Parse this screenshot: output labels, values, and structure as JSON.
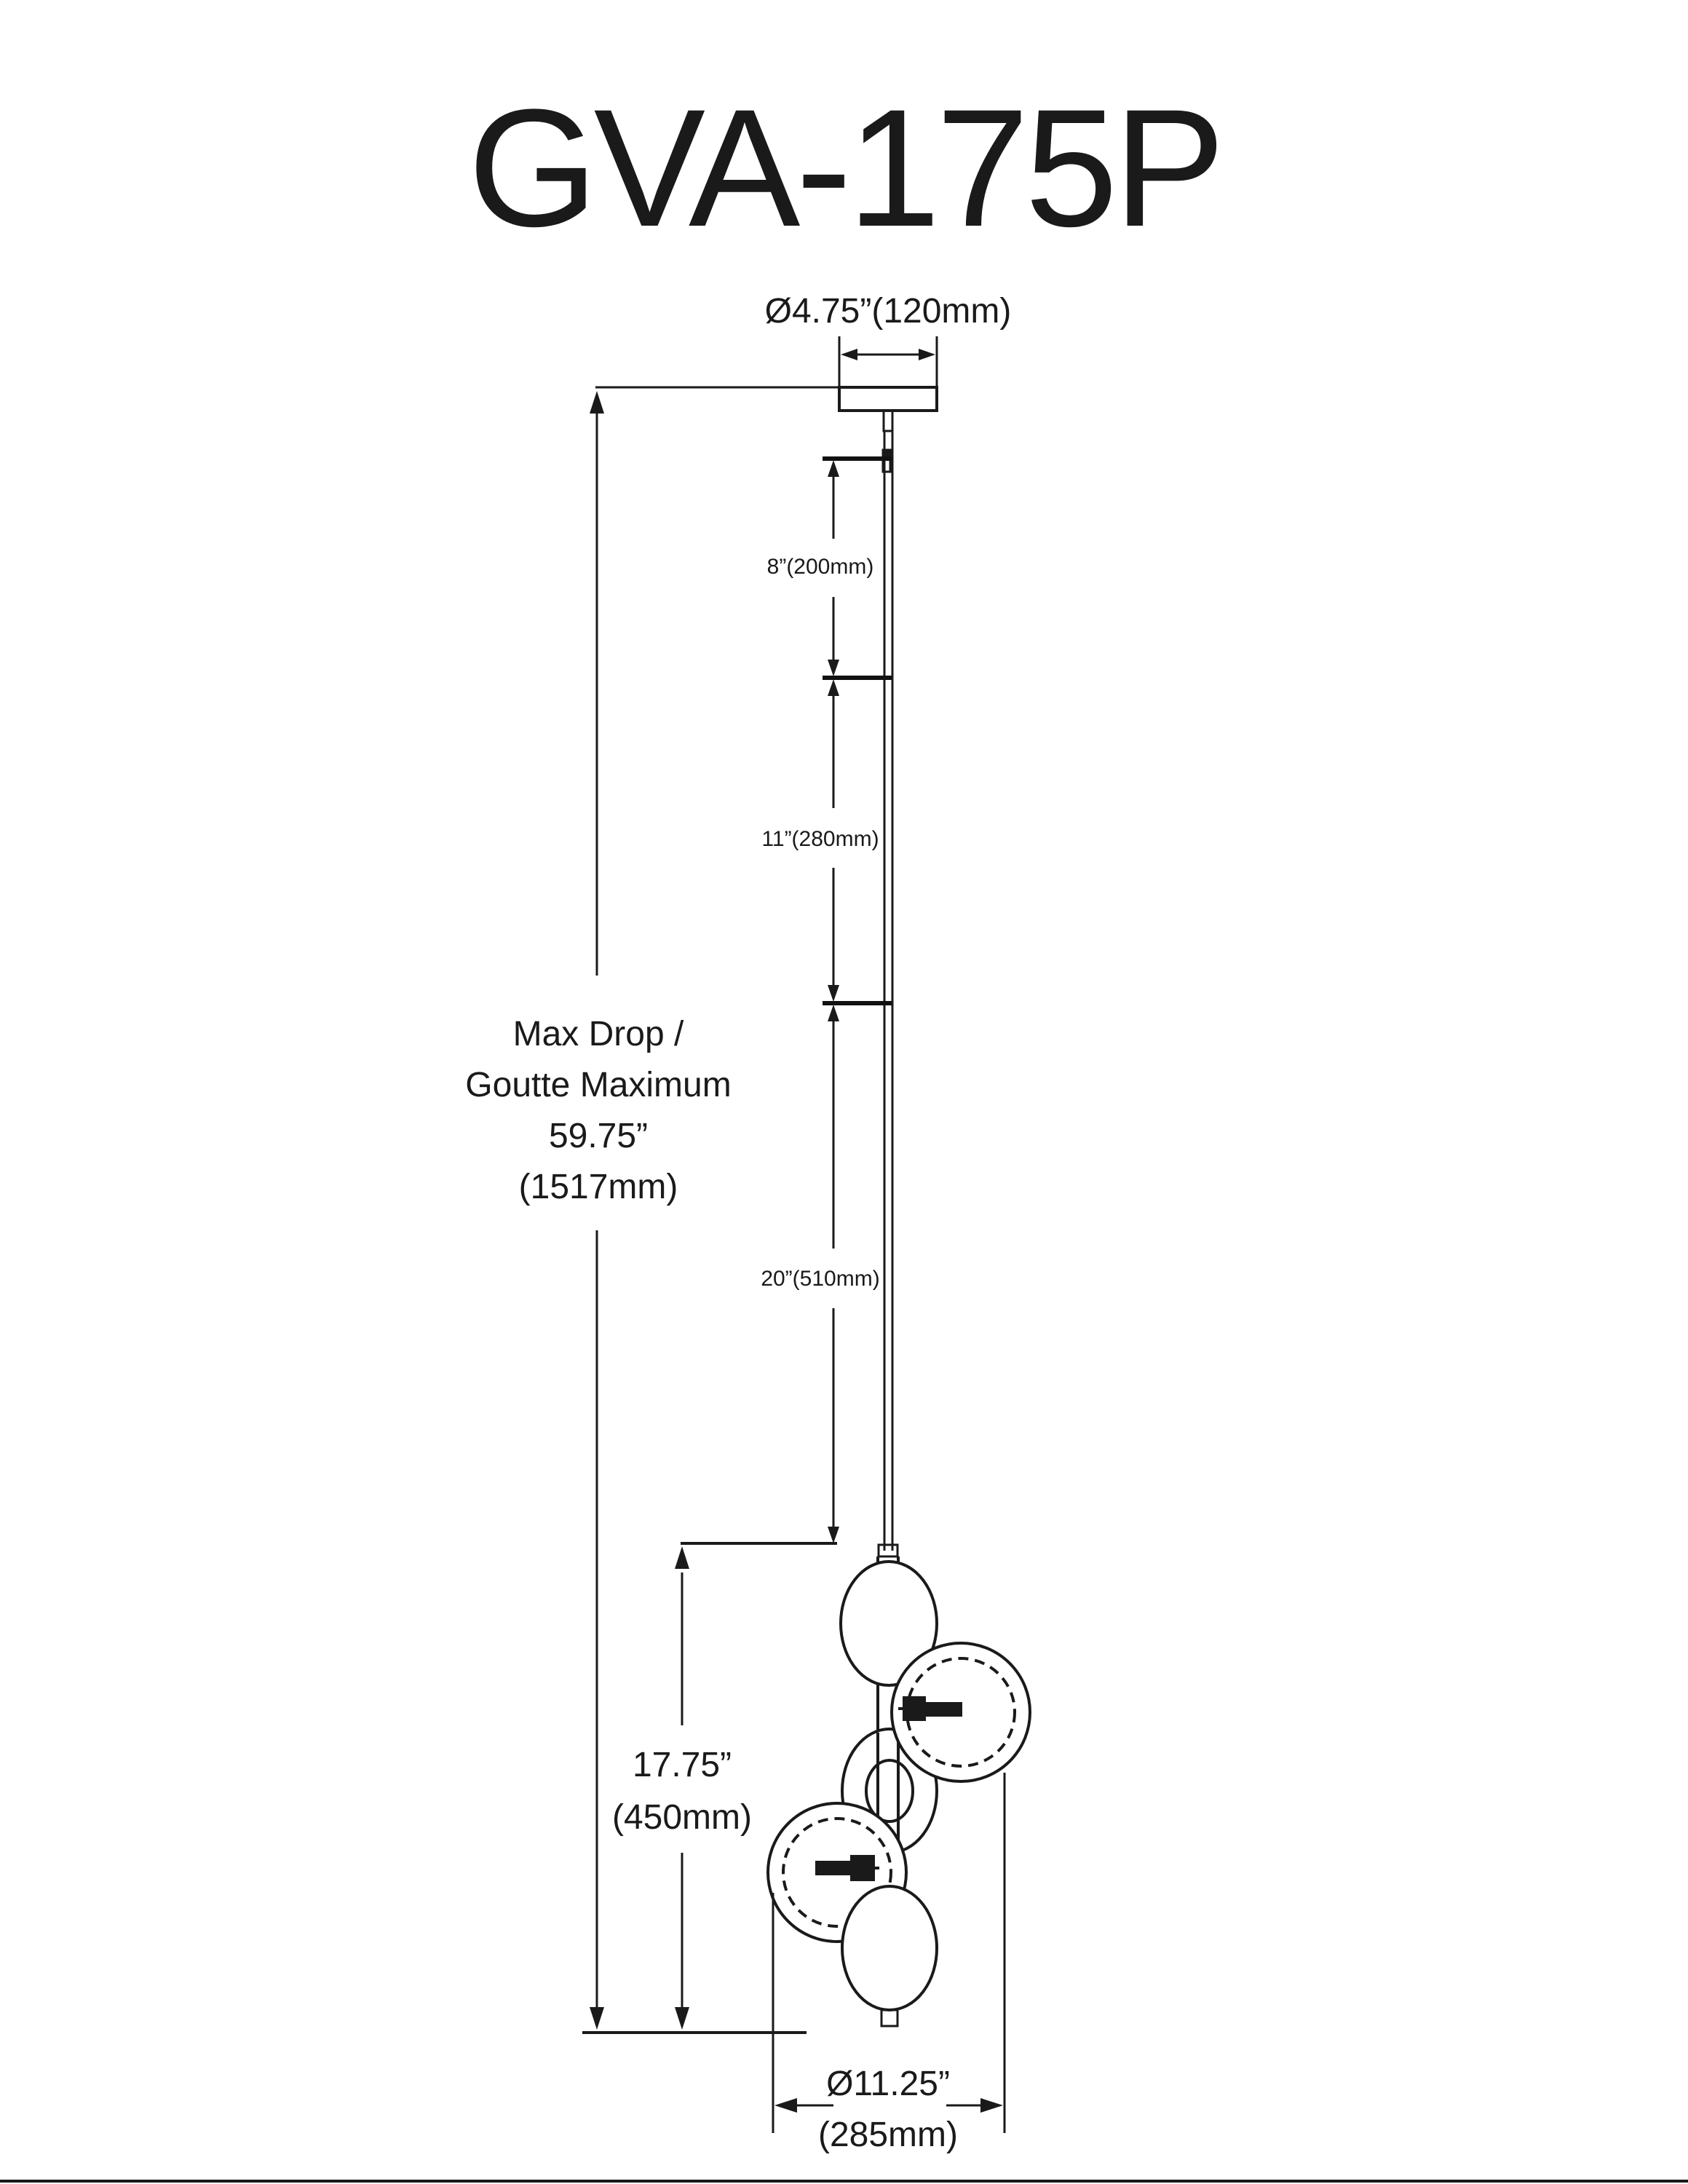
{
  "title": "GVA-175P",
  "canopy_diameter": "Ø4.75”(120mm)",
  "rod_segments": [
    {
      "label": "8”(200mm)"
    },
    {
      "label": "11”(280mm)"
    },
    {
      "label": "20”(510mm)"
    }
  ],
  "max_drop": {
    "line1": "Max Drop /",
    "line2": "Goutte Maximum",
    "line3": "59.75”",
    "line4": "(1517mm)"
  },
  "fixture_height": {
    "line1": "17.75”",
    "line2": "(450mm)"
  },
  "fixture_width": {
    "line1": "Ø11.25”",
    "line2": "(285mm)"
  },
  "colors": {
    "ink": "#1a1a1a",
    "background": "#ffffff"
  }
}
